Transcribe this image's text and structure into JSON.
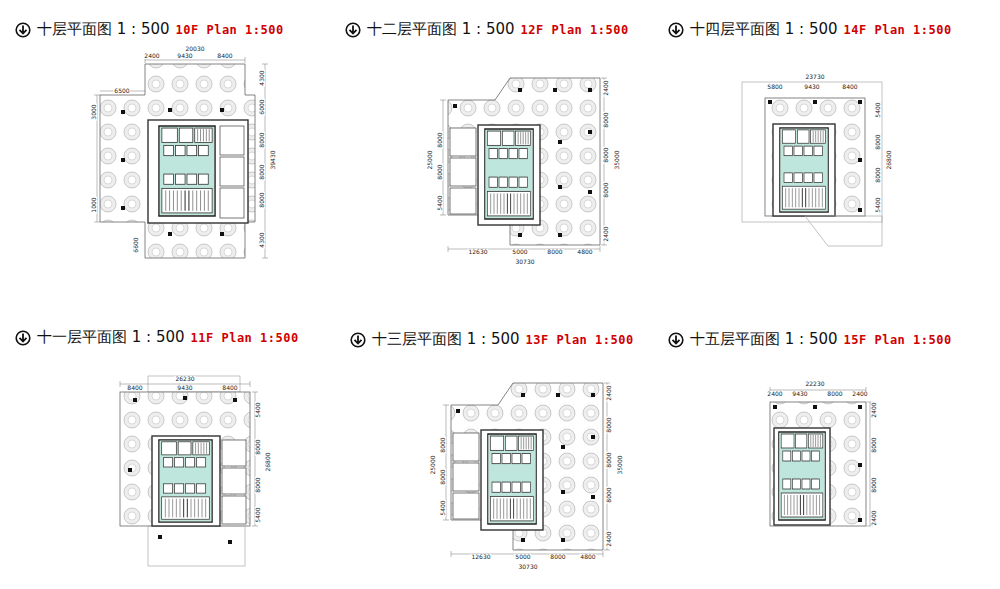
{
  "diagram": {
    "nodes": [
      {
        "text": [
          "十层平面图 1 : 500",
          "10F Plan 1:500"
        ]
      },
      {
        "text": [
          "十二层平面图 1 : 500",
          "12F Plan 1:500"
        ]
      },
      {
        "text": [
          "十四层平面图 1 : 500",
          "14F Plan 1:500"
        ]
      },
      {
        "text": [
          "十一层平面图 1 : 500",
          "11F Plan 1:500"
        ]
      },
      {
        "text": [
          "十三层平面图 1 : 500",
          "13F Plan 1:500"
        ]
      },
      {
        "text": [
          "十五层平面图 1 : 500",
          "15F Plan 1:500"
        ]
      }
    ],
    "labels": [
      "20030",
      "2400",
      "9430",
      "8400",
      "4300",
      "6000",
      "8000",
      "8000",
      "8000",
      "4300",
      "39430",
      "6500",
      "3000",
      "1000",
      "6600",
      "2400",
      "8000",
      "8000",
      "8000",
      "2400",
      "35000",
      "8000",
      "8000",
      "5400",
      "25000",
      "12630",
      "5000",
      "8000",
      "4800",
      "30730",
      "23730",
      "5800",
      "9430",
      "8400",
      "5400",
      "8000",
      "8000",
      "5400",
      "26800",
      "26230",
      "8400",
      "9430",
      "8400",
      "5400",
      "8000",
      "8000",
      "5400",
      "26800",
      "2400",
      "8000",
      "8000",
      "8000",
      "2400",
      "35000",
      "8000",
      "8000",
      "5400",
      "25000",
      "12630",
      "5000",
      "8000",
      "4800",
      "30730",
      "22230",
      "2400",
      "9430",
      "8000",
      "2400",
      "2400",
      "8000",
      "8000",
      "2400"
    ]
  }
}
